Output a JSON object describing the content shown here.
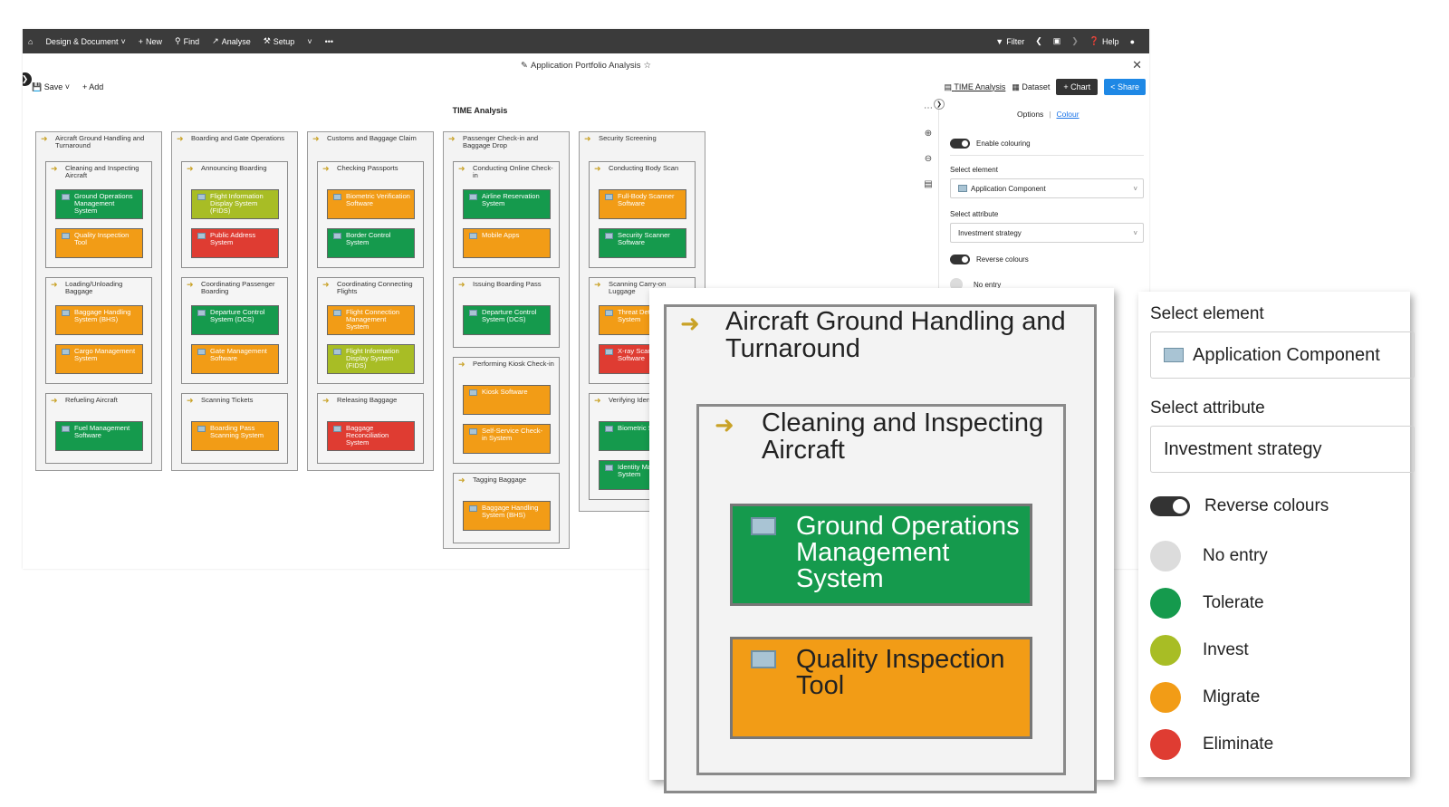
{
  "topbar": {
    "home_icon": "home-icon",
    "design_document": "Design & Document",
    "new": "New",
    "find": "Find",
    "analyse": "Analyse",
    "setup": "Setup",
    "filter": "Filter",
    "help": "Help"
  },
  "title": "Application Portfolio Analysis",
  "toolbar": {
    "save": "Save",
    "add": "Add",
    "time_analysis": "TIME Analysis",
    "dataset": "Dataset",
    "chart": "Chart",
    "share": "Share"
  },
  "diagram_title": "TIME Analysis",
  "columns": [
    {
      "title": "Aircraft Ground Handling and Turnaround",
      "groups": [
        {
          "title": "Cleaning and Inspecting Aircraft",
          "components": [
            {
              "label": "Ground Operations Management System",
              "status": "Tolerate"
            },
            {
              "label": "Quality Inspection Tool",
              "status": "Migrate"
            }
          ]
        },
        {
          "title": "Loading/Unloading Baggage",
          "components": [
            {
              "label": "Baggage Handling System (BHS)",
              "status": "Migrate"
            },
            {
              "label": "Cargo Management System",
              "status": "Migrate"
            }
          ]
        },
        {
          "title": "Refueling Aircraft",
          "components": [
            {
              "label": "Fuel Management Software",
              "status": "Tolerate"
            }
          ]
        }
      ]
    },
    {
      "title": "Boarding and Gate Operations",
      "groups": [
        {
          "title": "Announcing Boarding",
          "components": [
            {
              "label": "Flight Information Display System (FIDS)",
              "status": "Invest"
            },
            {
              "label": "Public Address System",
              "status": "Eliminate"
            }
          ]
        },
        {
          "title": "Coordinating Passenger Boarding",
          "components": [
            {
              "label": "Departure Control System (DCS)",
              "status": "Tolerate"
            },
            {
              "label": "Gate Management Software",
              "status": "Migrate"
            }
          ]
        },
        {
          "title": "Scanning Tickets",
          "components": [
            {
              "label": "Boarding Pass Scanning System",
              "status": "Migrate"
            }
          ]
        }
      ]
    },
    {
      "title": "Customs and Baggage Claim",
      "groups": [
        {
          "title": "Checking Passports",
          "components": [
            {
              "label": "Biometric Verification Software",
              "status": "Migrate"
            },
            {
              "label": "Border Control System",
              "status": "Tolerate"
            }
          ]
        },
        {
          "title": "Coordinating Connecting Flights",
          "components": [
            {
              "label": "Flight Connection Management System",
              "status": "Migrate"
            },
            {
              "label": "Flight Information Display System (FIDS)",
              "status": "Invest"
            }
          ]
        },
        {
          "title": "Releasing Baggage",
          "components": [
            {
              "label": "Baggage Reconciliation System",
              "status": "Eliminate"
            }
          ]
        }
      ]
    },
    {
      "title": "Passenger Check-in and Baggage Drop",
      "groups": [
        {
          "title": "Conducting Online Check-in",
          "components": [
            {
              "label": "Airline Reservation System",
              "status": "Tolerate"
            },
            {
              "label": "Mobile Apps",
              "status": "Migrate"
            }
          ]
        },
        {
          "title": "Issuing Boarding Pass",
          "components": [
            {
              "label": "Departure Control System (DCS)",
              "status": "Tolerate"
            }
          ]
        },
        {
          "title": "Performing Kiosk Check-in",
          "components": [
            {
              "label": "Kiosk Software",
              "status": "Migrate"
            },
            {
              "label": "Self-Service Check-in System",
              "status": "Migrate"
            }
          ]
        },
        {
          "title": "Tagging Baggage",
          "components": [
            {
              "label": "Baggage Handling System (BHS)",
              "status": "Migrate"
            }
          ]
        }
      ]
    },
    {
      "title": "Security Screening",
      "groups": [
        {
          "title": "Conducting Body Scan",
          "components": [
            {
              "label": "Full-Body Scanner Software",
              "status": "Migrate"
            },
            {
              "label": "Security Scanner Software",
              "status": "Tolerate"
            }
          ]
        },
        {
          "title": "Scanning Carry-on Luggage",
          "components": [
            {
              "label": "Threat Detection System",
              "status": "Migrate"
            },
            {
              "label": "X-ray Scanner Software",
              "status": "Eliminate"
            }
          ]
        },
        {
          "title": "Verifying Identity",
          "components": [
            {
              "label": "Biometric Software",
              "status": "Tolerate"
            },
            {
              "label": "Identity Management System",
              "status": "Tolerate"
            }
          ]
        }
      ]
    }
  ],
  "panel": {
    "tab_options": "Options",
    "tab_colour": "Colour",
    "enable_colouring": "Enable colouring",
    "select_element_label": "Select element",
    "select_element_value": "Application Component",
    "select_attribute_label": "Select attribute",
    "select_attribute_value": "Investment strategy",
    "reverse_colours": "Reverse colours",
    "no_entry": "No entry"
  },
  "zoom": {
    "outer_title": "Aircraft Ground Handling and Turnaround",
    "inner_title": "Cleaning and Inspecting Aircraft",
    "comp1": "Ground Operations Management System",
    "comp2": "Quality Inspection Tool"
  },
  "legend": {
    "select_element_label": "Select element",
    "select_element_value": "Application Component",
    "select_attribute_label": "Select attribute",
    "select_attribute_value": "Investment strategy",
    "reverse_colours": "Reverse colours",
    "items": [
      {
        "label": "No entry",
        "color": "#dcdcdc"
      },
      {
        "label": "Tolerate",
        "color": "#159a4d"
      },
      {
        "label": "Invest",
        "color": "#a8bd25"
      },
      {
        "label": "Migrate",
        "color": "#f29c16"
      },
      {
        "label": "Eliminate",
        "color": "#df3c32"
      }
    ]
  },
  "status_colors": {
    "Tolerate": "#159a4d",
    "Invest": "#a8bd25",
    "Migrate": "#f29c16",
    "Eliminate": "#df3c32"
  }
}
